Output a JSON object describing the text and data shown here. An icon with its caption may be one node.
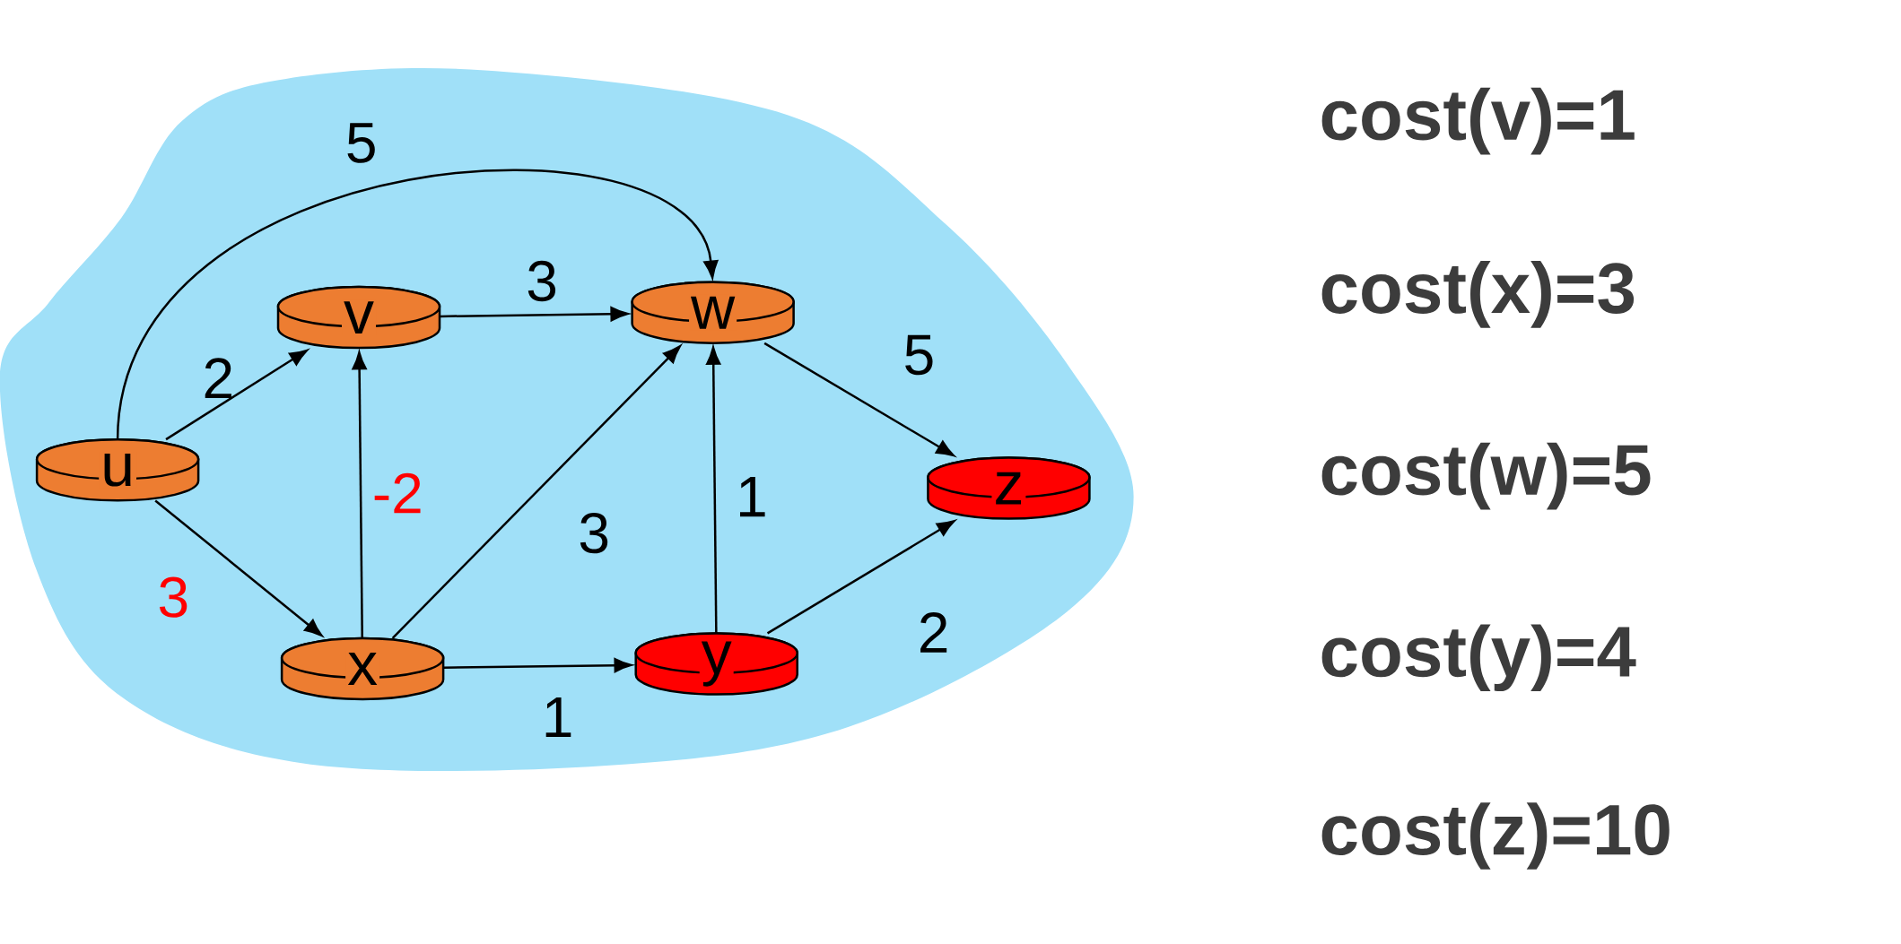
{
  "diagram": {
    "nodes": [
      {
        "text": [
          "u"
        ]
      },
      {
        "text": [
          "v"
        ]
      },
      {
        "text": [
          "w"
        ]
      },
      {
        "text": [
          "x"
        ]
      },
      {
        "text": [
          "y"
        ]
      },
      {
        "text": [
          "z"
        ]
      }
    ],
    "edges": [
      {
        "from": 0,
        "to": 2,
        "arrow": "to",
        "label": "5"
      },
      {
        "from": 0,
        "to": 1,
        "arrow": "to",
        "label": "2"
      },
      {
        "from": 0,
        "to": 3,
        "arrow": "to",
        "label": "3"
      },
      {
        "from": 1,
        "to": 2,
        "arrow": "to",
        "label": "3"
      },
      {
        "from": 3,
        "to": 1,
        "arrow": "to",
        "label": "-2"
      },
      {
        "from": 3,
        "to": 2,
        "arrow": "to",
        "label": "3"
      },
      {
        "from": 3,
        "to": 4,
        "arrow": "to",
        "label": "1"
      },
      {
        "from": 4,
        "to": 2,
        "arrow": "to",
        "label": "1"
      },
      {
        "from": 2,
        "to": 5,
        "arrow": "to",
        "label": "5"
      },
      {
        "from": 4,
        "to": 5,
        "arrow": "to",
        "label": "2"
      }
    ],
    "labels": [
      "cost(v)=1",
      "cost(x)=3",
      "cost(w)=5",
      "cost(y)=4",
      "cost(z)=10"
    ]
  }
}
